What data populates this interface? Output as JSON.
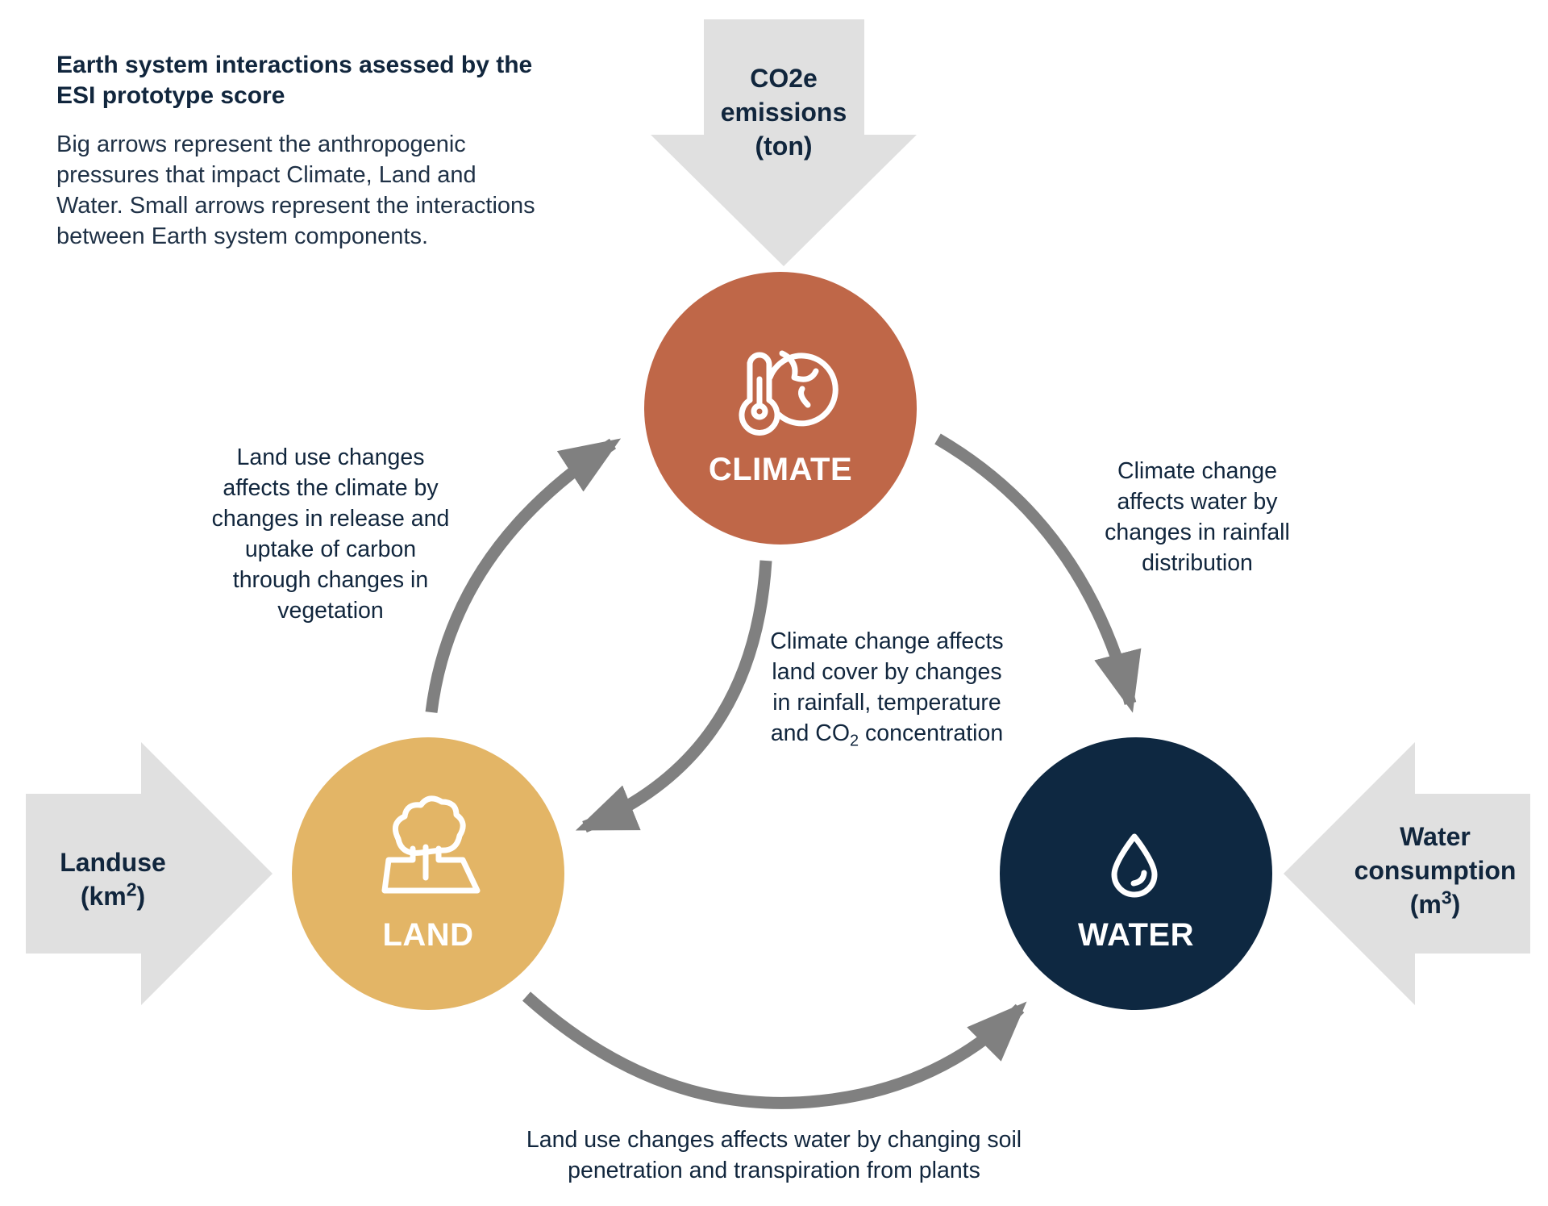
{
  "header": {
    "title": "Earth system interactions asessed by the ESI prototype score",
    "description": "Big arrows represent the anthropogenic pressures that impact Climate, Land and Water. Small arrows represent the interactions between Earth system components."
  },
  "nodes": {
    "climate": {
      "label": "CLIMATE",
      "color": "#bf6748",
      "icon": "thermometer-globe-icon"
    },
    "land": {
      "label": "LAND",
      "color": "#e3b566",
      "icon": "tree-land-icon"
    },
    "water": {
      "label": "WATER",
      "color": "#0e2841",
      "icon": "water-drop-icon"
    }
  },
  "pressures": {
    "co2": {
      "line1": "CO2e",
      "line2": "emissions",
      "line3": "(ton)"
    },
    "landuse": {
      "line1": "Landuse",
      "unit_base": "(km",
      "unit_sup": "2",
      "unit_end": ")"
    },
    "water": {
      "line1": "Water",
      "line2": "consumption",
      "unit_base": "(m",
      "unit_sup": "3",
      "unit_end": ")"
    }
  },
  "interactions": {
    "land_to_climate": {
      "lines": [
        "Land use changes",
        "affects the climate by",
        "changes in release and",
        "uptake of carbon",
        "through changes in",
        "vegetation"
      ]
    },
    "climate_to_water": {
      "lines": [
        "Climate change",
        "affects water by",
        "changes in rainfall",
        "distribution"
      ]
    },
    "climate_to_land": {
      "lines": [
        "Climate change affects",
        "land cover by changes",
        "in rainfall, temperature"
      ],
      "last_prefix": "and CO",
      "last_sub": "2",
      "last_suffix": " concentration"
    },
    "land_to_water": {
      "lines": [
        "Land use changes affects water by changing soil",
        "penetration and transpiration from plants"
      ]
    }
  },
  "colors": {
    "big_arrow": "#e0e0e0",
    "small_arrow": "#808080",
    "text": "#11263d"
  }
}
